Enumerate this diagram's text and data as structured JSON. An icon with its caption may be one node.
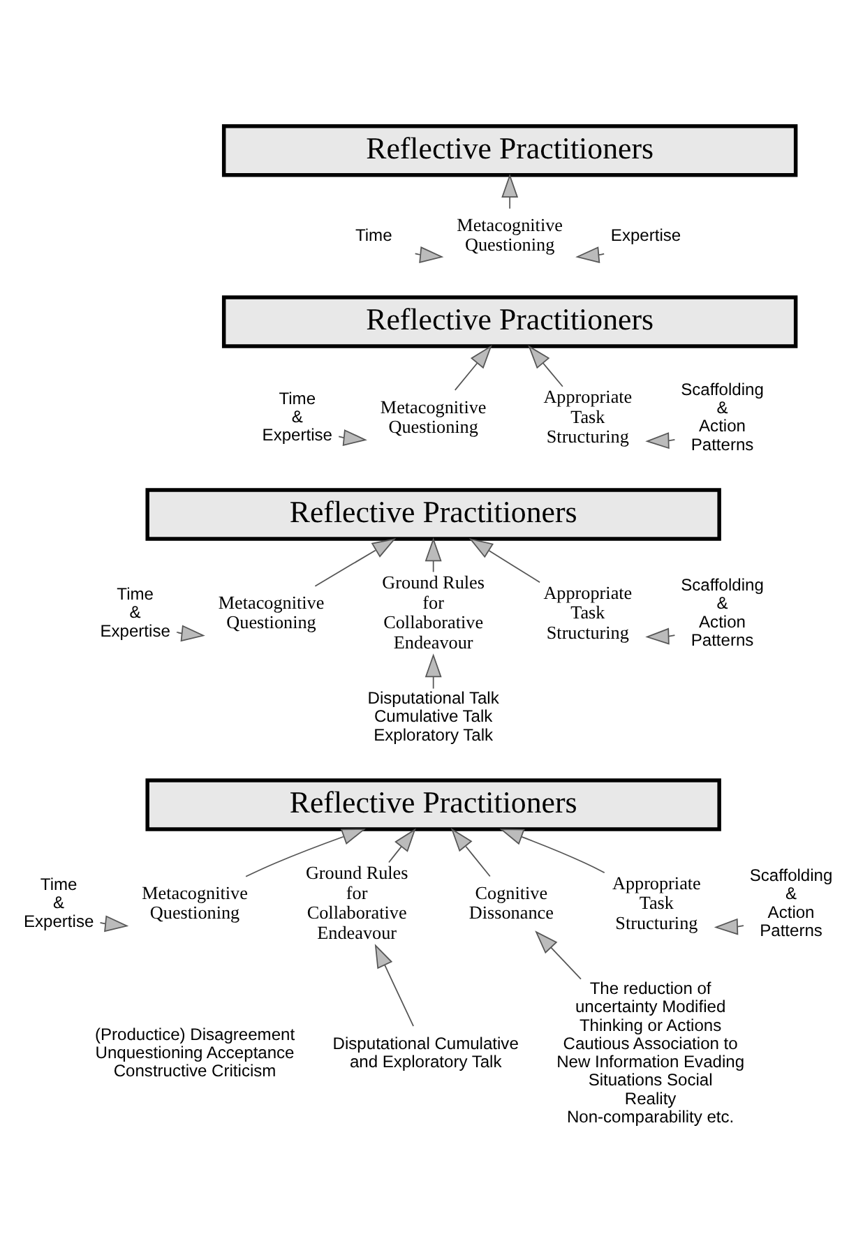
{
  "diagram": {
    "nodes": [
      {
        "text": [
          "Reflective Practitioners"
        ]
      },
      {
        "text": [
          "Metacognitive Questioning"
        ]
      },
      {
        "text": [
          "Time"
        ]
      },
      {
        "text": [
          "Expertise"
        ]
      },
      {
        "text": [
          "Reflective Practitioners"
        ]
      },
      {
        "text": [
          "Time & Expertise"
        ]
      },
      {
        "text": [
          "Metacognitive Questioning"
        ]
      },
      {
        "text": [
          "Appropriate Task Structuring"
        ]
      },
      {
        "text": [
          "Scaffolding & Action Patterns"
        ]
      },
      {
        "text": [
          "Reflective Practitioners"
        ]
      },
      {
        "text": [
          "Time & Expertise"
        ]
      },
      {
        "text": [
          "Metacognitive Questioning"
        ]
      },
      {
        "text": [
          "Ground Rules for Collaborative Endeavour"
        ]
      },
      {
        "text": [
          "Appropriate Task Structuring"
        ]
      },
      {
        "text": [
          "Scaffolding & Action Patterns"
        ]
      },
      {
        "text": [
          "Disputational Talk Cumulative Talk Exploratory Talk"
        ]
      },
      {
        "text": [
          "Reflective Practitioners"
        ]
      },
      {
        "text": [
          "Time & Expertise"
        ]
      },
      {
        "text": [
          "Metacognitive Questioning"
        ]
      },
      {
        "text": [
          "Ground Rules for Collaborative Endeavour"
        ]
      },
      {
        "text": [
          "Cognitive Dissonance"
        ]
      },
      {
        "text": [
          "Appropriate Task Structuring"
        ]
      },
      {
        "text": [
          "Scaffolding & Action Patterns"
        ]
      },
      {
        "text": [
          "Disputational Cumulative and Exploratory Talk"
        ]
      },
      {
        "text": [
          "The reduction of uncertainty Modified Thinking or Actions Cautious Association to New Information Evading Situations Social Reality Non-comparability etc."
        ]
      }
    ],
    "edges": [
      {
        "from": 1,
        "to": 0,
        "arrow": "to"
      },
      {
        "from": 2,
        "to": 1,
        "arrow": "to"
      },
      {
        "from": 3,
        "to": 1,
        "arrow": "to"
      },
      {
        "from": 6,
        "to": 4,
        "arrow": "to"
      },
      {
        "from": 7,
        "to": 4,
        "arrow": "to"
      },
      {
        "from": 5,
        "to": 6,
        "arrow": "to"
      },
      {
        "from": 8,
        "to": 7,
        "arrow": "to"
      },
      {
        "from": 11,
        "to": 9,
        "arrow": "to"
      },
      {
        "from": 12,
        "to": 9,
        "arrow": "to"
      },
      {
        "from": 13,
        "to": 9,
        "arrow": "to"
      },
      {
        "from": 10,
        "to": 11,
        "arrow": "to"
      },
      {
        "from": 14,
        "to": 13,
        "arrow": "to"
      },
      {
        "from": 15,
        "to": 12,
        "arrow": "to"
      },
      {
        "from": 18,
        "to": 16,
        "arrow": "to"
      },
      {
        "from": 19,
        "to": 16,
        "arrow": "to"
      },
      {
        "from": 20,
        "to": 16,
        "arrow": "to"
      },
      {
        "from": 21,
        "to": 16,
        "arrow": "to"
      },
      {
        "from": 17,
        "to": 18,
        "arrow": "to"
      },
      {
        "from": 22,
        "to": 21,
        "arrow": "to"
      },
      {
        "from": 23,
        "to": 19,
        "arrow": "to"
      },
      {
        "from": 24,
        "to": 20,
        "arrow": "to"
      }
    ],
    "labels": [
      "(Productice) Disagreement Unquestioning Acceptance Constructive Criticism"
    ]
  }
}
